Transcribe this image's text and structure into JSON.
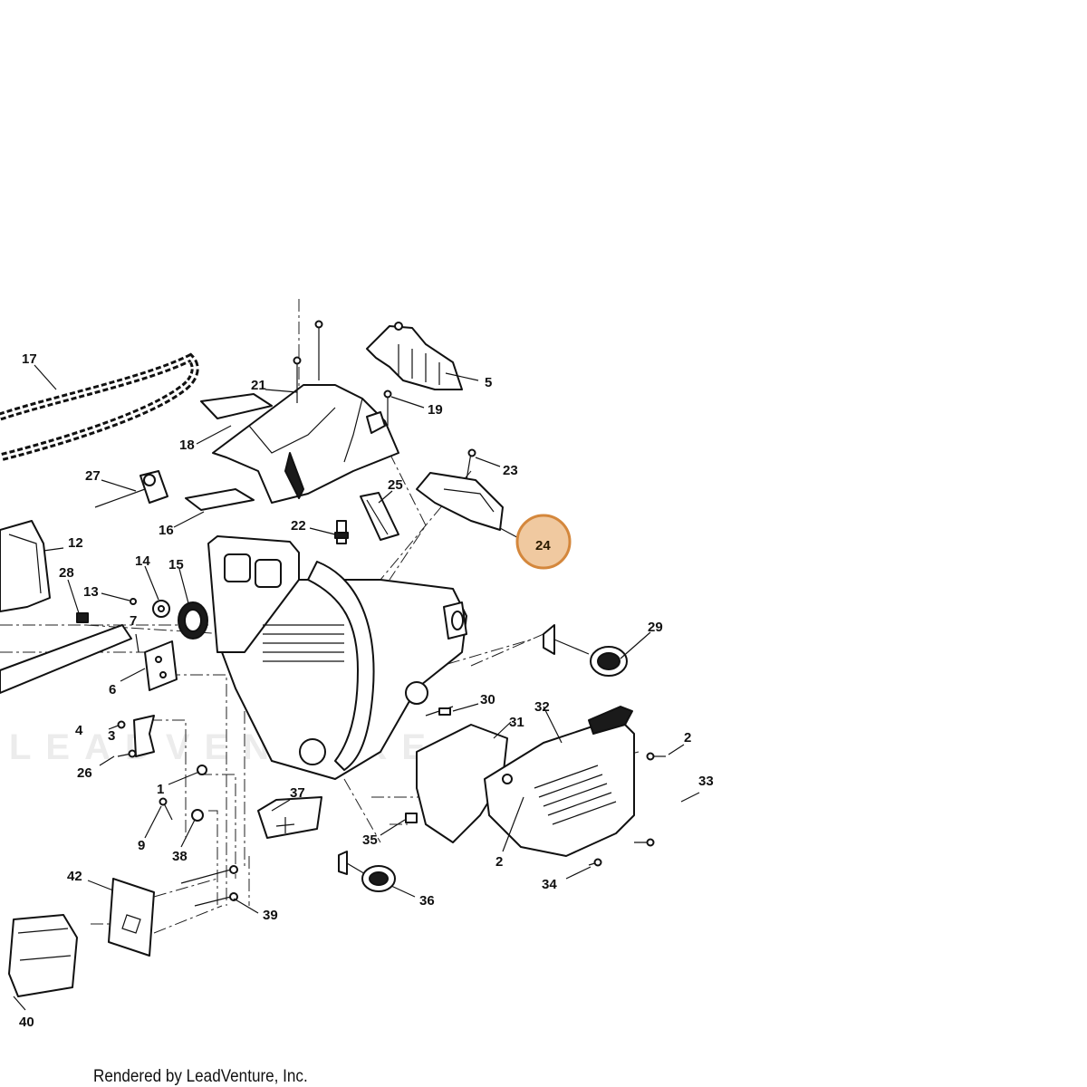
{
  "diagram": {
    "footer": "Rendered by LeadVenture, Inc.",
    "watermark": "LEADVENTURE",
    "highlight_color": "#f0c9a0",
    "highlight_border": "#d4873c",
    "highlighted_callout": "24",
    "callouts": [
      "17",
      "21",
      "19",
      "5",
      "18",
      "27",
      "16",
      "23",
      "25",
      "22",
      "24",
      "12",
      "28",
      "14",
      "15",
      "13",
      "7",
      "6",
      "29",
      "30",
      "31",
      "32",
      "4",
      "3",
      "26",
      "2",
      "1",
      "33",
      "37",
      "9",
      "38",
      "35",
      "2",
      "34",
      "42",
      "36",
      "39",
      "40"
    ]
  }
}
